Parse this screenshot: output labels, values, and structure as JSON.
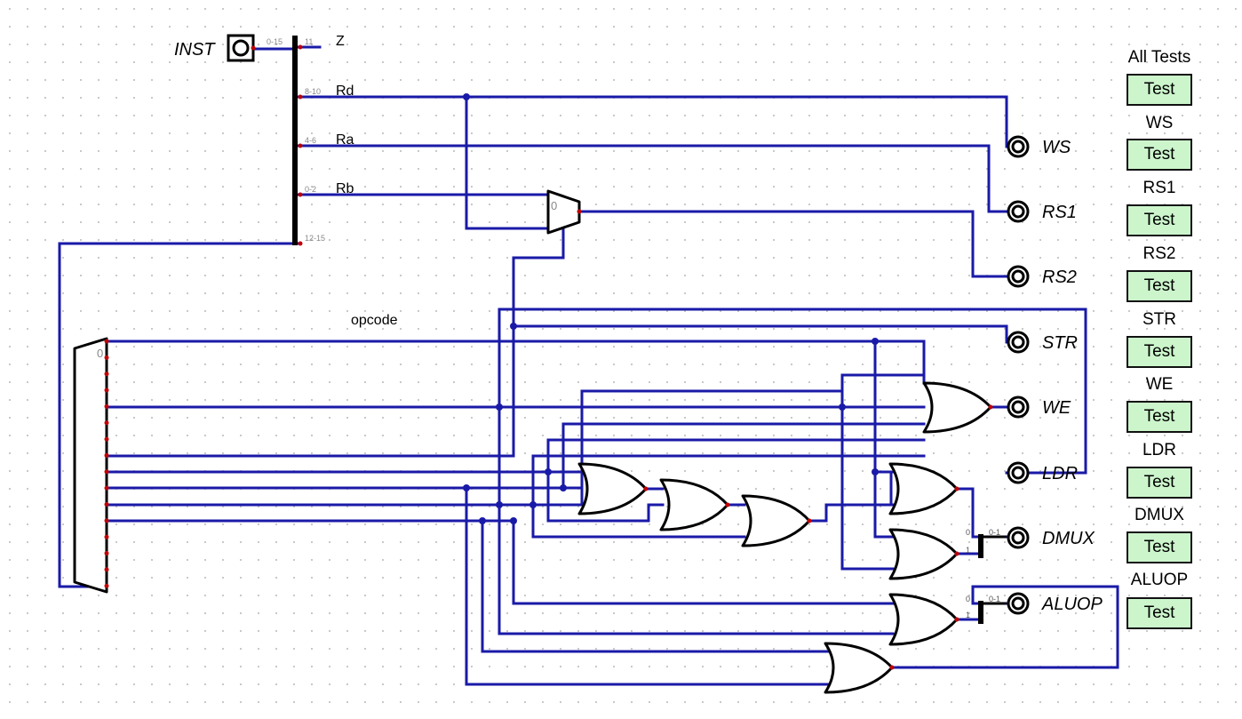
{
  "input": {
    "label": "INST",
    "range": "0-15"
  },
  "splitter": {
    "outputs": [
      {
        "range": "11",
        "name": "Z"
      },
      {
        "range": "8-10",
        "name": "Rd"
      },
      {
        "range": "4-6",
        "name": "Ra"
      },
      {
        "range": "0-2",
        "name": "Rb"
      },
      {
        "range": "12-15",
        "name": ""
      }
    ]
  },
  "mux_select_label": "0",
  "decoder_label": "0",
  "opcode_label": "opcode",
  "outputs": [
    {
      "name": "WS"
    },
    {
      "name": "RS1"
    },
    {
      "name": "RS2"
    },
    {
      "name": "STR"
    },
    {
      "name": "WE"
    },
    {
      "name": "LDR"
    },
    {
      "name": "DMUX"
    },
    {
      "name": "ALUOP"
    }
  ],
  "combiner_labels": {
    "in0": "0",
    "in1": "1",
    "out": "0-1"
  },
  "tests": [
    {
      "label": "All  Tests",
      "button": "Test"
    },
    {
      "label": "WS",
      "button": "Test"
    },
    {
      "label": "RS1",
      "button": "Test"
    },
    {
      "label": "RS2",
      "button": "Test"
    },
    {
      "label": "STR",
      "button": "Test"
    },
    {
      "label": "WE",
      "button": "Test"
    },
    {
      "label": "LDR",
      "button": "Test"
    },
    {
      "label": "DMUX",
      "button": "Test"
    },
    {
      "label": "ALUOP",
      "button": "Test"
    }
  ]
}
